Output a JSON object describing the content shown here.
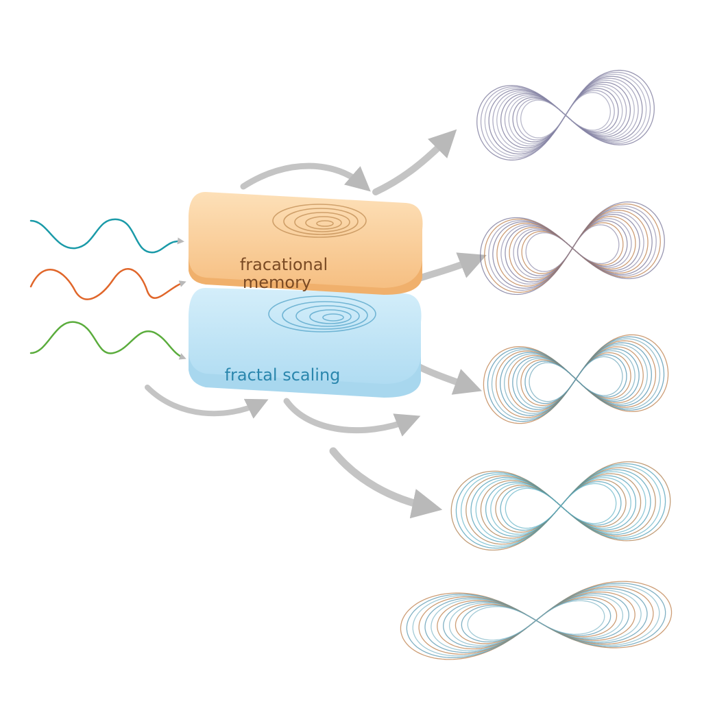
{
  "blocks": {
    "top": {
      "label_line1": "fracational",
      "label_line2": "memory",
      "fill": "#f8c68c",
      "side": "#f0b06c",
      "text_color": "#7a4a24"
    },
    "bottom": {
      "label": "fractal scaling",
      "fill": "#bfe3f4",
      "side": "#a6d6ee",
      "text_color": "#2a86ad"
    }
  },
  "input_signals": [
    {
      "name": "teal-signal",
      "color": "#1a9aa8"
    },
    {
      "name": "orange-signal",
      "color": "#e0662a"
    },
    {
      "name": "green-signal",
      "color": "#5aac3c"
    }
  ],
  "attractors": [
    {
      "name": "attractor-1",
      "colors": [
        "#6c6a90",
        "#8a88a8",
        "#9a9ab4"
      ]
    },
    {
      "name": "attractor-2",
      "colors": [
        "#6c6a90",
        "#b8743a",
        "#8a88a8"
      ]
    },
    {
      "name": "attractor-3",
      "colors": [
        "#b8743a",
        "#3f88a6",
        "#6aa4b8"
      ]
    },
    {
      "name": "attractor-4",
      "colors": [
        "#a8743e",
        "#3f96b0",
        "#5eb0c4"
      ]
    },
    {
      "name": "attractor-5",
      "colors": [
        "#b8743a",
        "#4a8eaa",
        "#7ab4c4"
      ]
    }
  ],
  "arrow_color": "#b9b9b9"
}
